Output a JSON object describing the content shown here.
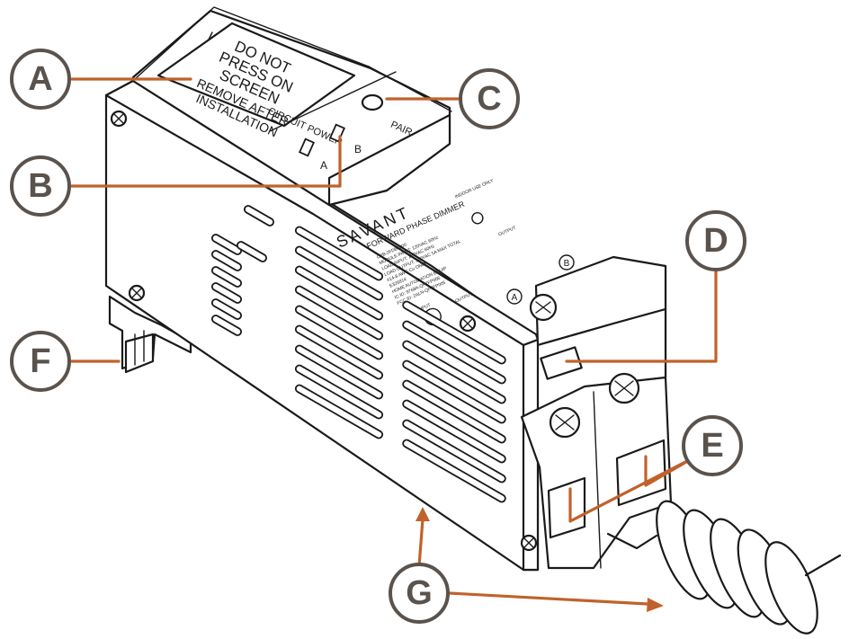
{
  "device": {
    "sticker": {
      "line1": "DO NOT",
      "line2": "PRESS ON",
      "line3": "SCREEN",
      "line4": "REMOVE AFTER",
      "line5": "INSTALLATION"
    },
    "circuit_power_label": "CIRCUIT POWER",
    "pair_label": "PAIR",
    "switch_a_label": "A",
    "switch_b_label": "B",
    "brand": "SAVANT",
    "product_name": "FORWARD PHASE DIMMER",
    "spec_line1": "CPB-2FDB1000",
    "spec_line2": "MODULE INPUT: 120VAC 60Hz",
    "spec_line3": "LOAD INPUT: 120VAC 60Hz",
    "spec_line4": "LOAD OUTPUT: 120VAC 5A MAX TOTAL",
    "spec_line5": "#14-8 AWG Cu ONLY",
    "spec_line6": "E326814",
    "spec_line7": "HOME AUTOMATION EQUIP",
    "spec_line8": "IC ID: 9768A-QP2FP006",
    "spec_line9": "FCC ID: 2ALN-QP2FP005",
    "indoor_label": "INDOOR USE ONLY",
    "input_label": "INPUT",
    "output_label": "OUTPUT",
    "output_a": "A",
    "output_b": "B"
  },
  "callouts": [
    "A",
    "B",
    "C",
    "D",
    "E",
    "F",
    "G"
  ],
  "colors": {
    "callout_ring": "#5a524d",
    "leader_line": "#c0622b",
    "outline": "#1a1a1a"
  }
}
